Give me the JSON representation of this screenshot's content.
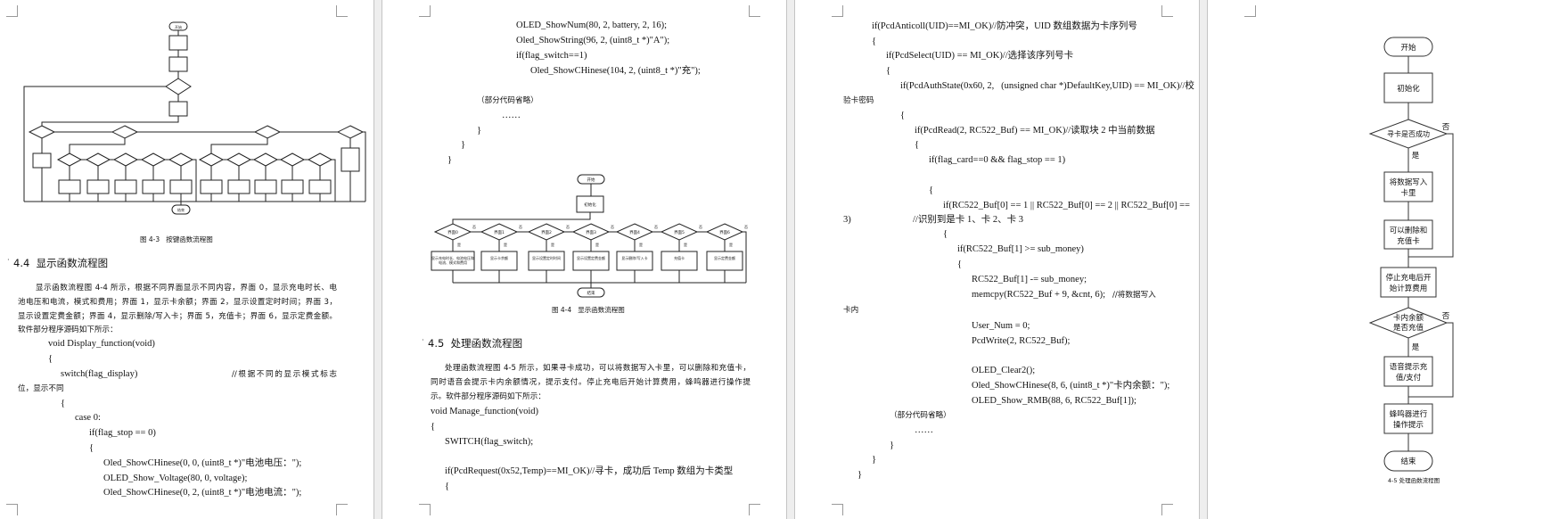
{
  "pages": [
    {
      "figure": {
        "start": "开始",
        "end": "结束"
      },
      "lines": [
        "图 4-3   按键函数流程图",
        "4.4  显示函数流程图",
        "显示函数流程图 4-4 所示，根据不同界面显示不同内容，界面 0，显示充电时长、电",
        "池电压和电流，模式和费用；界面 1，显示卡余额；界面 2，显示设置定时时间；界面 3，",
        "显示设置定费金额；界面 4，显示删除/写入卡；界面 5，充值卡；界面 6，显示定费金额。",
        "软件部分程序源码如下所示：",
        "void Display_function(void)",
        "{",
        "switch(flag_display)",
        "//根据不同的显示模式标志",
        "位，显示不同",
        "{",
        "case 0:",
        "if(flag_stop == 0)",
        "{",
        "Oled_ShowCHinese(0, 0, (uint8_t *)\"电池电压：\");",
        "OLED_Show_Voltage(80, 0, voltage);",
        "Oled_ShowCHinese(0, 2, (uint8_t *)\"电池电流：\");"
      ]
    },
    {
      "figure": {
        "start": "开始",
        "init": "初始化",
        "end": "结束",
        "yes": "是",
        "no": "否",
        "screens": [
          "界面0",
          "界面1",
          "界面2",
          "界面3",
          "界面4",
          "界面5",
          "界面6"
        ],
        "actions": [
          "显示充电时长、电池电压和电流、模式和费用",
          "显示卡余额",
          "显示设置定时时间",
          "显示设置定费金额",
          "显示删除/写入卡",
          "充值卡",
          "显示定费金额"
        ]
      },
      "lines": [
        "OLED_ShowNum(80, 2, battery, 2, 16);",
        "Oled_ShowString(96, 2, (uint8_t *)\"A\");",
        "if(flag_switch==1)",
        "Oled_ShowCHinese(104, 2, (uint8_t *)\"充\");",
        "（部分代码省略）",
        "……",
        "}",
        "}",
        "}",
        "图 4-4   显示函数流程图",
        "4.5  处理函数流程图",
        "处理函数流程图 4-5 所示，如果寻卡成功，可以将数据写入卡里，可以删除和充值卡，",
        "同时语音会提示卡内余额情况，提示支付。停止充电后开始计算费用，蜂鸣器进行操作提",
        "示。软件部分程序源码如下所示：",
        "void Manage_function(void)",
        "{",
        "SWITCH(flag_switch);",
        "if(PcdRequest(0x52,Temp)==MI_OK)//寻卡，成功后 Temp 数组为卡类型",
        "{"
      ]
    },
    {
      "lines": [
        "if(PcdAnticoll(UID)==MI_OK)//防冲突，UID 数组数据为卡序列号",
        "{",
        "if(PcdSelect(UID) == MI_OK)//选择该序列号卡",
        "{",
        "if(PcdAuthState(0x60, 2,   (unsigned char *)DefaultKey,UID) == MI_OK)//校",
        "验卡密码",
        "{",
        "if(PcdRead(2, RC522_Buf) == MI_OK)//读取块 2 中当前数据",
        "{",
        "if(flag_card==0 && flag_stop == 1)",
        "{",
        "if(RC522_Buf[0] == 1 || RC522_Buf[0] == 2 || RC522_Buf[0] ==",
        "3)",
        "//识别到是卡 1、卡 2、卡 3",
        "{",
        "if(RC522_Buf[1] >= sub_money)",
        "{",
        "RC522_Buf[1] -= sub_money;",
        "memcpy(RC522_Buf + 9, &cnt, 6);",
        "//将数据写入",
        "卡内",
        "User_Num = 0;",
        "PcdWrite(2, RC522_Buf);",
        "OLED_Clear2();",
        "Oled_ShowCHinese(8, 6, (uint8_t *)\"卡内余额：\");",
        "OLED_Show_RMB(88, 6, RC522_Buf[1]);",
        "（部分代码省略）",
        "……",
        "}",
        "}",
        "}"
      ]
    },
    {
      "figure": {
        "start": "开始",
        "init": "初始化",
        "find_card": "寻卡是否成功",
        "write_card": [
          "将数据写入",
          "卡里"
        ],
        "delete_recharge": [
          "可以删除和",
          "充值卡"
        ],
        "stop_charge": [
          "停止充电后开",
          "始计算费用"
        ],
        "balance_check": [
          "卡内余额",
          "是否充值"
        ],
        "voice": [
          "语音提示充",
          "值/支付"
        ],
        "buzzer": [
          "蜂鸣器进行",
          "操作提示"
        ],
        "end": "结束",
        "yes": "是",
        "no": "否",
        "caption": "4-5 处理函数流程图"
      }
    }
  ]
}
